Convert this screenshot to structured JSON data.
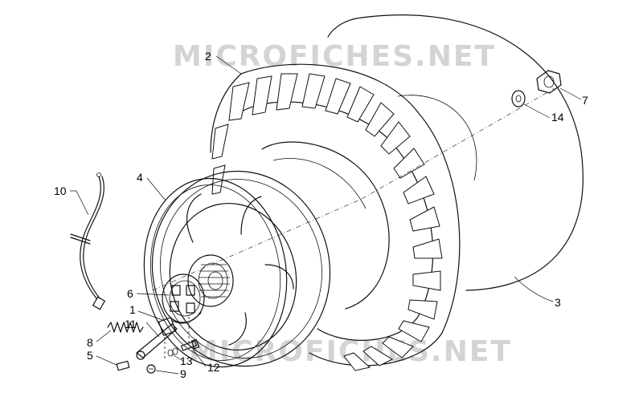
{
  "watermark": {
    "top": "MICROFICHES.NET",
    "bottom": "MICROFICHES.NET"
  },
  "callouts": [
    {
      "id": "c2",
      "text": "2"
    },
    {
      "id": "c7",
      "text": "7"
    },
    {
      "id": "c14",
      "text": "14"
    },
    {
      "id": "c10",
      "text": "10"
    },
    {
      "id": "c4",
      "text": "4"
    },
    {
      "id": "c3",
      "text": "3"
    },
    {
      "id": "c6",
      "text": "6"
    },
    {
      "id": "c1",
      "text": "1"
    },
    {
      "id": "c11",
      "text": "11"
    },
    {
      "id": "c8",
      "text": "8"
    },
    {
      "id": "c5",
      "text": "5"
    },
    {
      "id": "c13",
      "text": "13"
    },
    {
      "id": "c9",
      "text": "9"
    },
    {
      "id": "c12",
      "text": "12"
    }
  ]
}
